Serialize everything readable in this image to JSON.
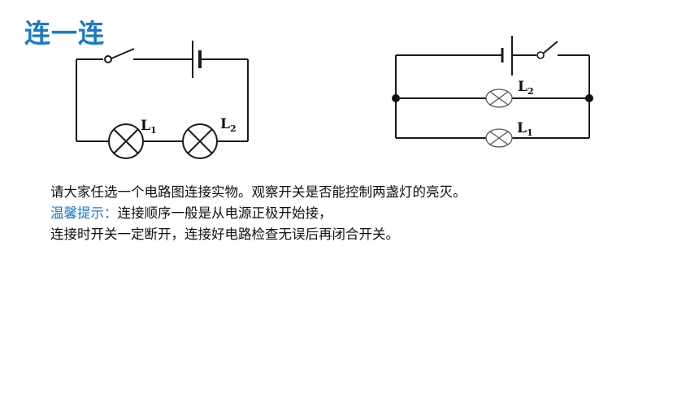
{
  "title": "连一连",
  "left_diagram": {
    "lamp1_label": "L",
    "lamp1_sub": "1",
    "lamp2_label": "L",
    "lamp2_sub": "2"
  },
  "right_diagram": {
    "lamp_top_label": "L",
    "lamp_top_sub": "2",
    "lamp_bottom_label": "L",
    "lamp_bottom_sub": "1"
  },
  "instructions": {
    "line1": "请大家任选一个电路图连接实物。观察开关是否能控制两盏灯的亮灭。",
    "hint_label": "温馨提示：",
    "hint_text": "连接顺序一般是从电源正极开始接，",
    "line3": "连接时开关一定断开，连接好电路检查无误后再闭合开关。"
  },
  "colors": {
    "accent": "#1a7ac9",
    "text": "#111111"
  }
}
